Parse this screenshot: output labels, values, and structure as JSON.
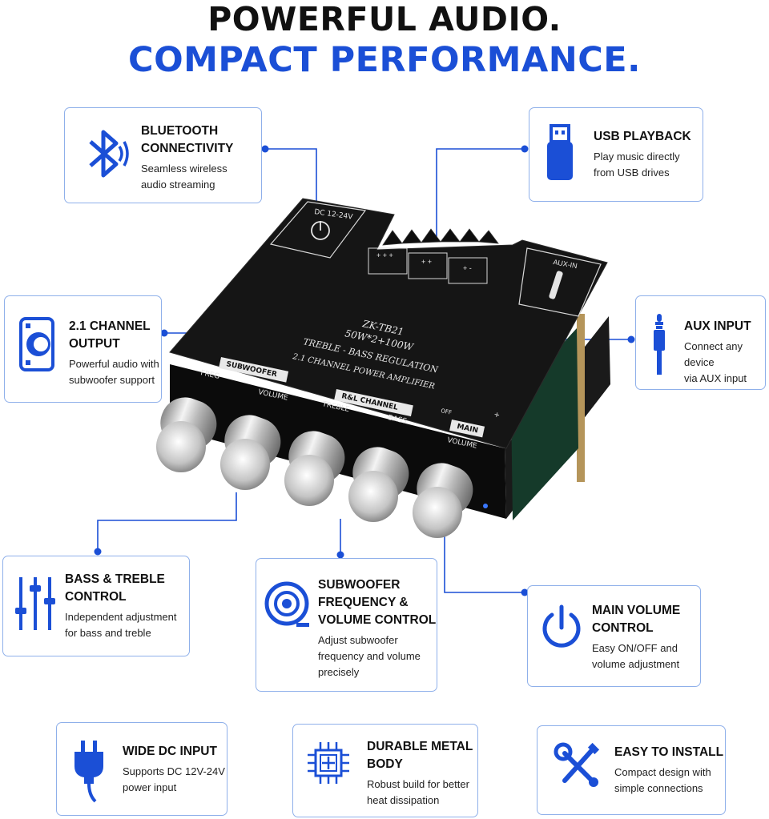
{
  "headline": {
    "line1": "POWERFUL AUDIO.",
    "line2": "COMPACT PERFORMANCE."
  },
  "colors": {
    "accent": "#1b4fd6",
    "card_border": "#8fb0ea",
    "board": "#141414"
  },
  "features": [
    {
      "id": "bluetooth",
      "icon": "bluetooth-icon",
      "title_lines": [
        "BLUETOOTH",
        "CONNECTIVITY"
      ],
      "desc_lines": [
        "Seamless wireless",
        "audio streaming"
      ]
    },
    {
      "id": "usb",
      "icon": "usb-drive-icon",
      "title_lines": [
        "USB PLAYBACK"
      ],
      "desc_lines": [
        "Play music directly",
        "from USB drives"
      ]
    },
    {
      "id": "channel",
      "icon": "speaker-icon",
      "title_lines": [
        "2.1 CHANNEL",
        "OUTPUT"
      ],
      "desc_lines": [
        "Powerful audio with",
        "subwoofer support"
      ]
    },
    {
      "id": "aux",
      "icon": "aux-jack-icon",
      "title_lines": [
        "AUX INPUT"
      ],
      "desc_lines": [
        "Connect any device",
        "via AUX input"
      ]
    },
    {
      "id": "bass_treble",
      "icon": "equalizer-sliders-icon",
      "title_lines": [
        "BASS & TREBLE",
        "CONTROL"
      ],
      "desc_lines": [
        "Independent adjustment",
        "for bass and treble"
      ]
    },
    {
      "id": "subwoofer",
      "icon": "subwoofer-icon",
      "title_lines": [
        "SUBWOOFER",
        "FREQUENCY &",
        "VOLUME CONTROL"
      ],
      "desc_lines": [
        "Adjust subwoofer",
        "frequency and volume",
        "precisely"
      ]
    },
    {
      "id": "main_volume",
      "icon": "power-icon",
      "title_lines": [
        "MAIN VOLUME",
        "CONTROL"
      ],
      "desc_lines": [
        "Easy ON/OFF and",
        "volume adjustment"
      ]
    },
    {
      "id": "dc_input",
      "icon": "power-plug-icon",
      "title_lines": [
        "WIDE DC INPUT"
      ],
      "desc_lines": [
        "Supports DC 12V-24V",
        "power input"
      ]
    },
    {
      "id": "metal_body",
      "icon": "chip-icon",
      "title_lines": [
        "DURABLE METAL",
        "BODY"
      ],
      "desc_lines": [
        "Robust build for better",
        "heat dissipation"
      ]
    },
    {
      "id": "install",
      "icon": "tools-icon",
      "title_lines": [
        "EASY TO INSTALL"
      ],
      "desc_lines": [
        "Compact design with",
        "simple connections"
      ]
    }
  ],
  "board": {
    "dc_label": "DC 12-24V",
    "aux_label": "AUX-IN",
    "model": "ZK-TB21",
    "power": "50W*2+100W",
    "regulation": "TREBLE - BASS   REGULATION",
    "amp": "2.1 CHANNEL POWER AMPLIFIER",
    "freq": "FREG",
    "subwoofer": "SUBWOOFER",
    "volume": "VOLUME",
    "rl_channel": "R&L CHANNEL",
    "treble": "TREBLE",
    "bass": "BASS",
    "off": "OFF",
    "plus": "+",
    "main": "MAIN",
    "main_volume": "VOLUME",
    "terminal_marks": [
      "+ + +",
      "+ +",
      "+ -"
    ]
  }
}
